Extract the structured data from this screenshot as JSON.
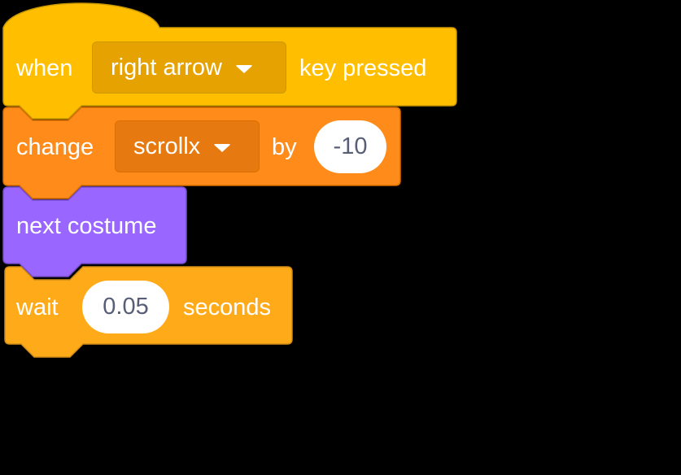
{
  "colors": {
    "background": "#000000",
    "events": "#ffbf00",
    "events_dark": "#e6a200",
    "events_border": "#cc9900",
    "variables": "#ff8c1a",
    "variables_dark": "#e67a10",
    "variables_border": "#db6e00",
    "looks": "#9966ff",
    "looks_border": "#774dcb",
    "control": "#ffab19",
    "control_border": "#cf8b17",
    "input_text": "#575e75"
  },
  "blocks": {
    "hat": {
      "label_before": "when",
      "key_dropdown": "right arrow",
      "label_after": "key pressed"
    },
    "change_var": {
      "label_before": "change",
      "var_dropdown": "scrollx",
      "label_mid": "by",
      "value": "-10"
    },
    "costume": {
      "label": "next costume"
    },
    "wait": {
      "label_before": "wait",
      "value": "0.05",
      "label_after": "seconds"
    }
  }
}
